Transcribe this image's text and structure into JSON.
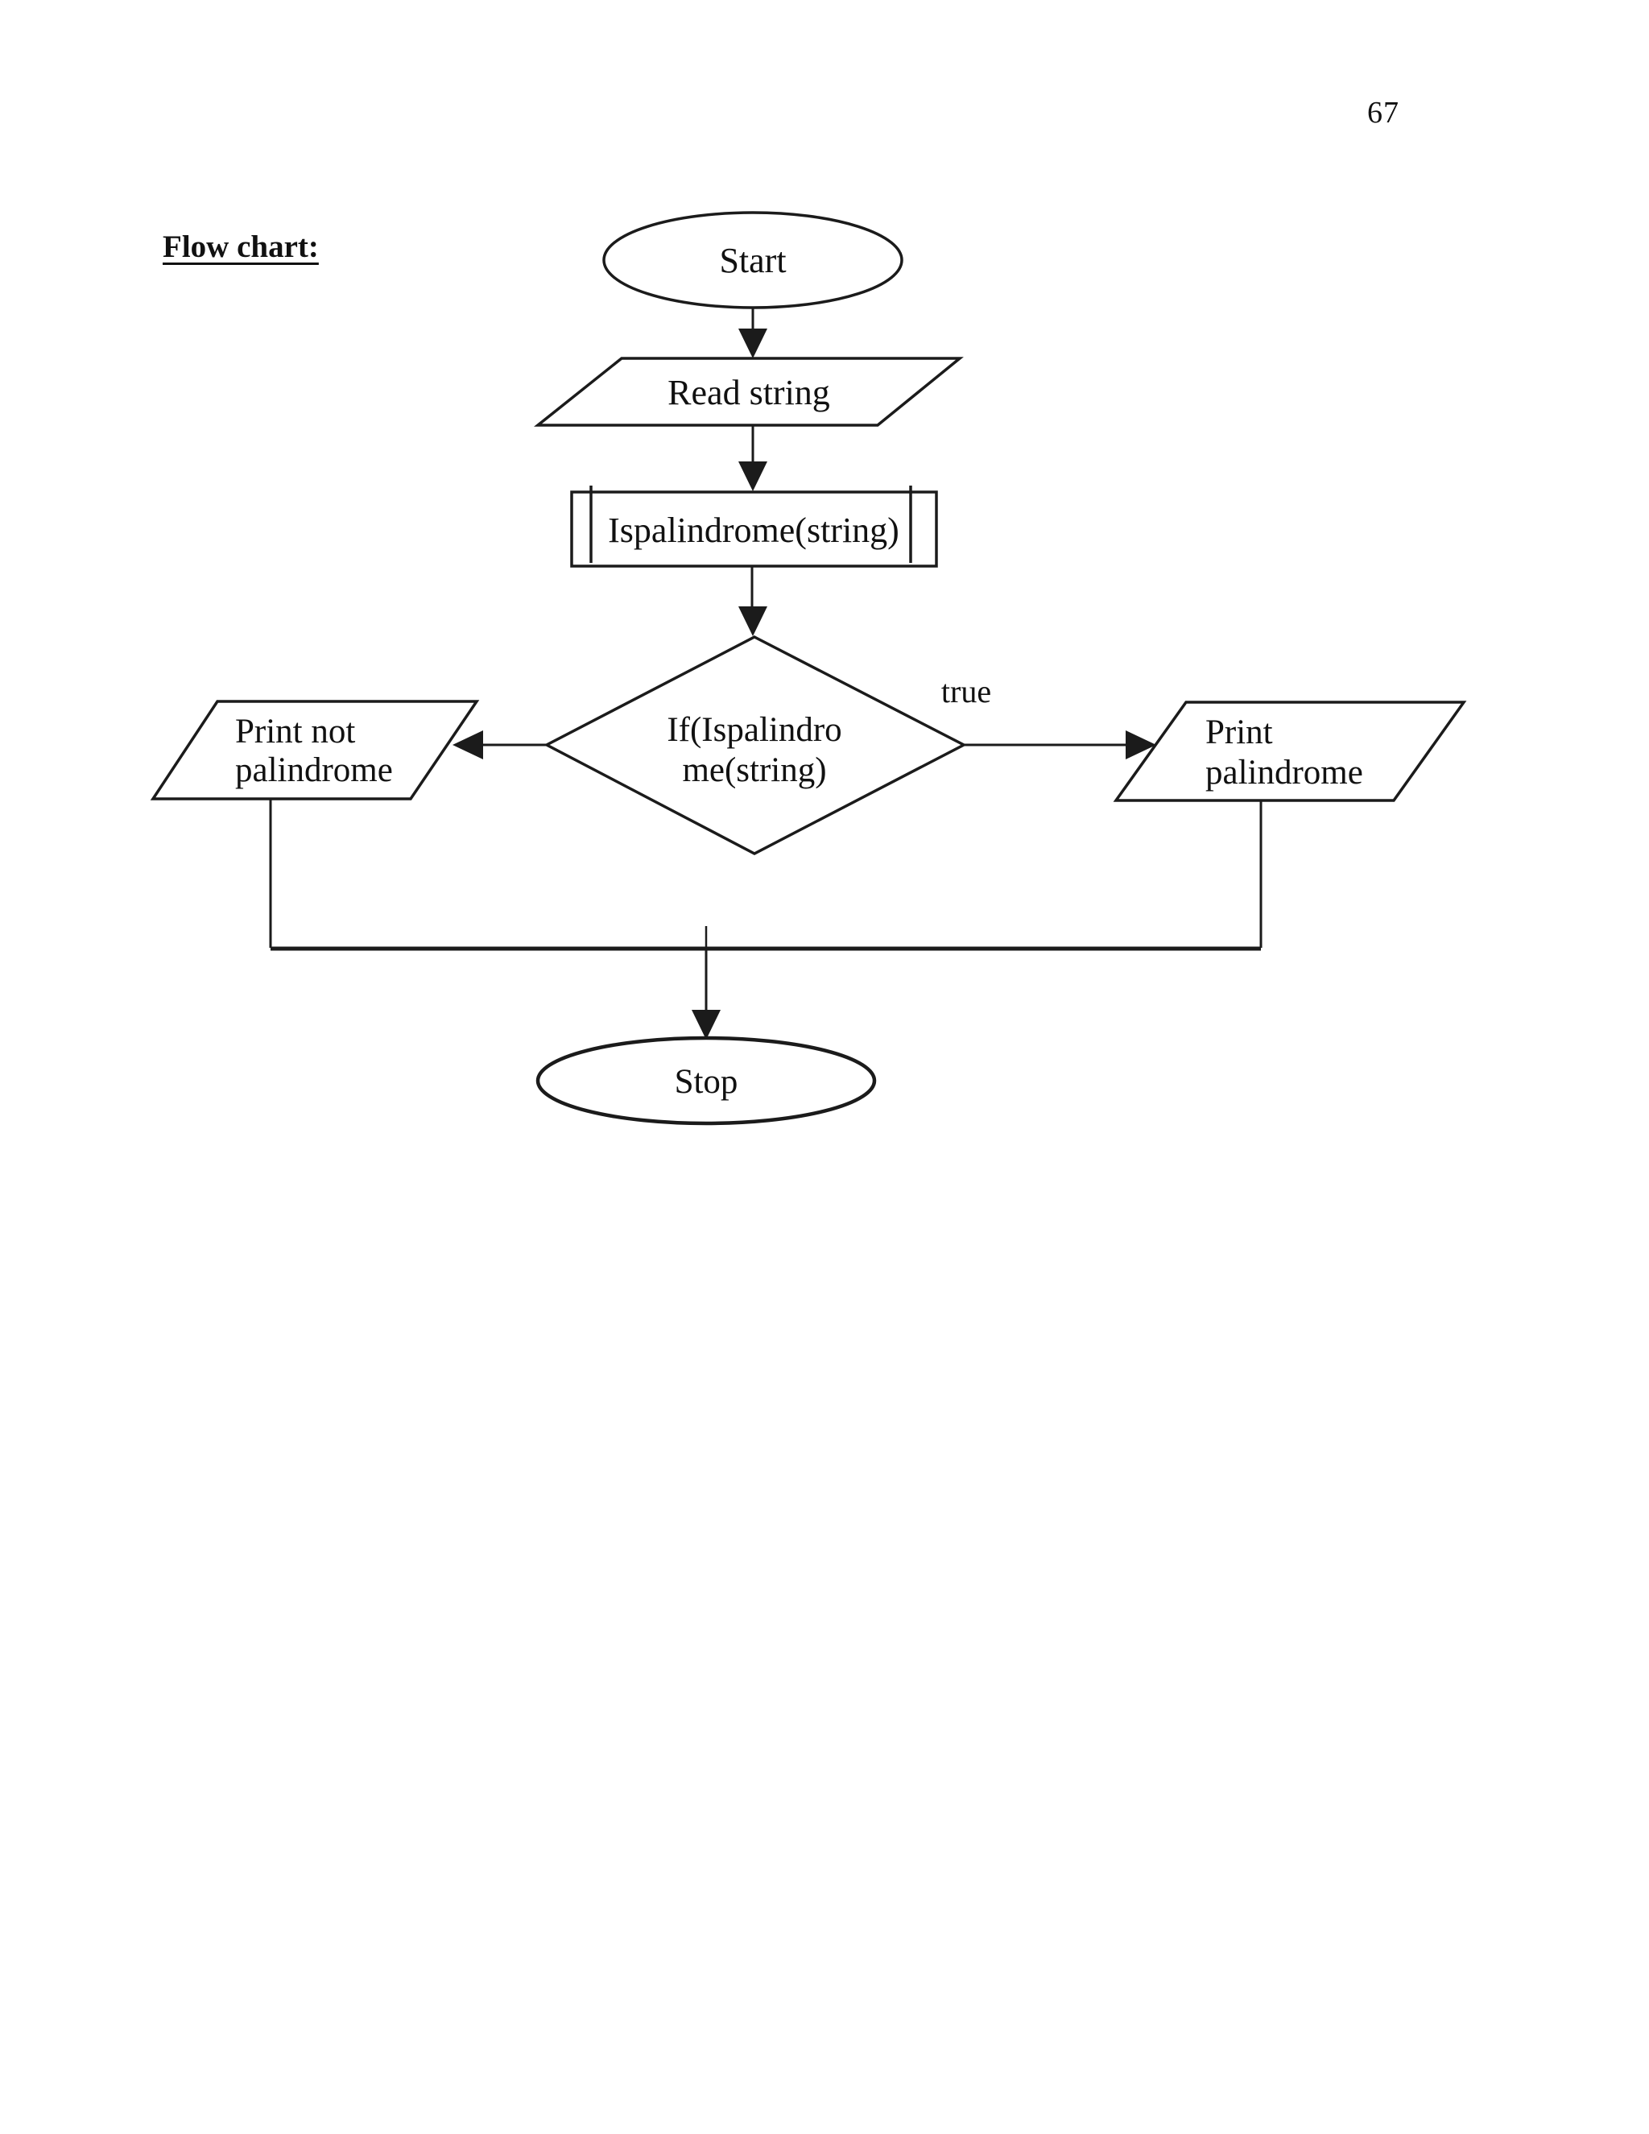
{
  "page": {
    "number": "67",
    "title": "Flow chart:"
  },
  "flowchart": {
    "colors": {
      "ink": "#1b1b1b",
      "paper": "#ffffff"
    },
    "nodes": {
      "start": {
        "type": "terminator",
        "label": "Start"
      },
      "read_string": {
        "type": "input-output",
        "label": "Read string"
      },
      "ispalindrome_call": {
        "type": "predefined-process",
        "label": "Ispalindrome(string)"
      },
      "decision": {
        "type": "decision",
        "label_line1": "If(Ispalindro",
        "label_line2": "me(string)"
      },
      "print_not_palindrome": {
        "type": "input-output",
        "label_line1": "Print not",
        "label_line2": "palindrome"
      },
      "print_palindrome": {
        "type": "input-output",
        "label_line1": "Print",
        "label_line2": "palindrome"
      },
      "stop": {
        "type": "terminator",
        "label": "Stop"
      }
    },
    "edges": {
      "decision_true_label": "true"
    }
  }
}
